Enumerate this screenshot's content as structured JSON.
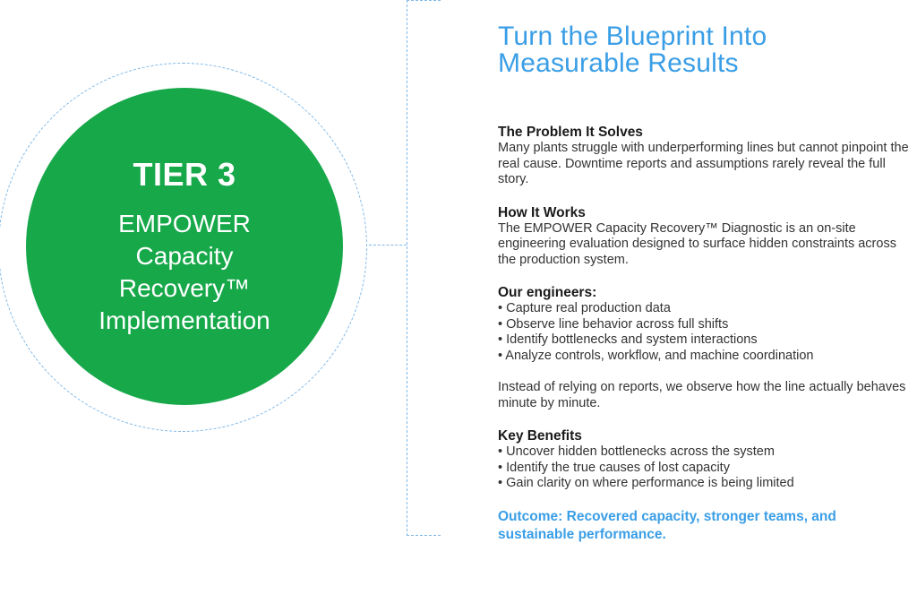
{
  "tier": {
    "label": "TIER 3",
    "name_lines": [
      "EMPOWER",
      "Capacity",
      "Recovery™",
      "Implementation"
    ]
  },
  "headline": {
    "line1": "Turn the Blueprint Into",
    "line2": "Measurable Results"
  },
  "problem": {
    "heading": "The Problem It Solves",
    "body": "Many plants struggle with underperforming lines but cannot pinpoint the real cause. Downtime reports and assumptions rarely reveal the full story."
  },
  "how": {
    "heading": "How It Works",
    "body": "The EMPOWER Capacity Recovery™ Diagnostic is an on-site engineering evaluation designed to surface hidden constraints across the production system."
  },
  "engineers": {
    "heading": "Our engineers:",
    "items": [
      "•  Capture real production data",
      "•  Observe line behavior across full shifts",
      "•  Identify bottlenecks and system interactions",
      "•  Analyze controls, workflow, and machine coordination"
    ]
  },
  "observe": {
    "body": "Instead of relying on reports, we observe how the line actually behaves minute by minute."
  },
  "benefits": {
    "heading": "Key Benefits",
    "items": [
      "• Uncover hidden bottlenecks across the system",
      "• Identify the true causes of lost capacity",
      "• Gain clarity on where performance is being limited"
    ]
  },
  "outcome": {
    "text": "Outcome: Recovered capacity, stronger teams, and sustainable performance."
  },
  "colors": {
    "green": "#17a84a",
    "accent_blue": "#3a9ee6",
    "dashed_line": "#7fb8e8"
  }
}
